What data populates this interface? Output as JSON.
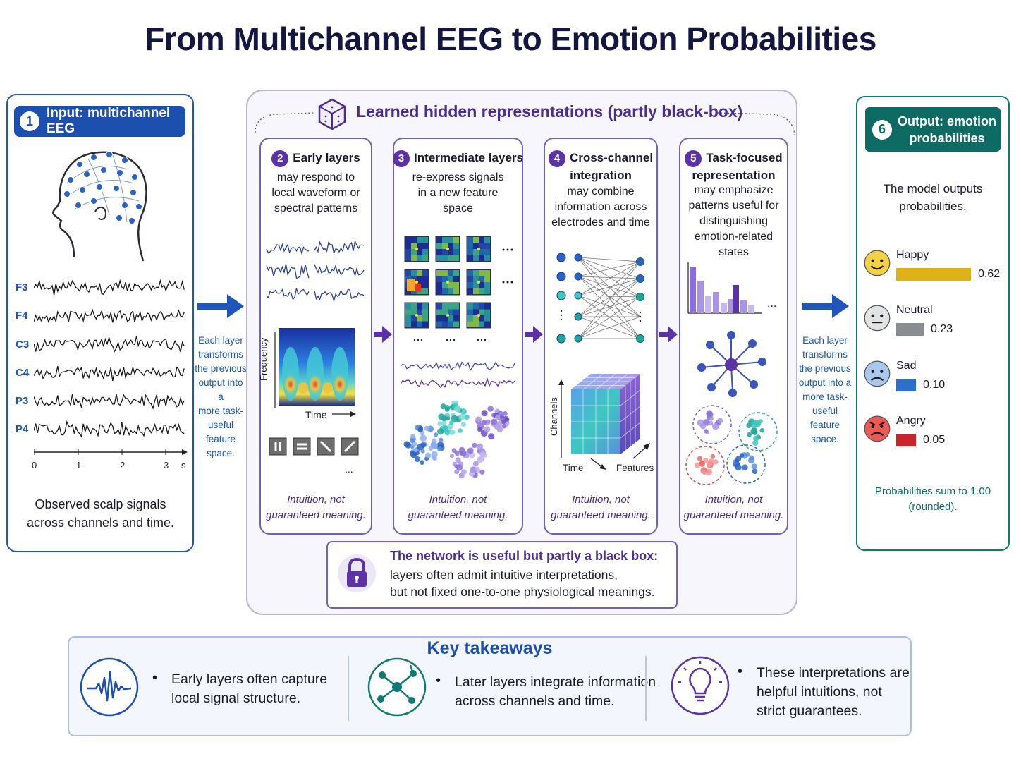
{
  "title": "From Multichannel EEG to Emotion Probabilities",
  "input": {
    "number": "1",
    "label": "Input: multichannel EEG",
    "channels": [
      "F3",
      "F4",
      "C3",
      "C4",
      "P3",
      "P4"
    ],
    "time_ticks": [
      "0",
      "1",
      "2",
      "3",
      "s"
    ],
    "caption_line1": "Observed scalp signals",
    "caption_line2": "across channels and time."
  },
  "flow_note": {
    "lines": [
      "Each layer",
      "transforms",
      "the previous",
      "output into a",
      "more task-",
      "useful feature",
      "space."
    ]
  },
  "hidden": {
    "title": "Learned hidden representations (partly black-box)",
    "columns": [
      {
        "number": "2",
        "head": [
          "Early layers"
        ],
        "body": [
          "may respond to",
          "local waveform or",
          "spectral patterns"
        ],
        "note": [
          "Intuition, not",
          "guaranteed meaning."
        ]
      },
      {
        "number": "3",
        "head": [
          "Intermediate layers"
        ],
        "body": [
          "re-express signals",
          "in a new feature",
          "space"
        ],
        "note": [
          "Intuition, not",
          "guaranteed meaning."
        ]
      },
      {
        "number": "4",
        "head": [
          "Cross-channel",
          "integration"
        ],
        "body": [
          "may combine",
          "information across",
          "electrodes and time"
        ],
        "note": [
          "Intuition, not",
          "guaranteed meaning."
        ]
      },
      {
        "number": "5",
        "head": [
          "Task-focused",
          "representation"
        ],
        "body": [
          "may emphasize",
          "patterns useful for",
          "distinguishing",
          "emotion-related",
          "states"
        ],
        "note": [
          "Intuition, not",
          "guaranteed meaning."
        ]
      }
    ],
    "spectrogram": {
      "ylabel": "Frequency",
      "xlabel": "Time"
    },
    "cube": {
      "ylabel": "Channels",
      "xlabel": "Time",
      "zlabel": "Features"
    },
    "ellipsis": "..."
  },
  "blackbox": {
    "head": "The network is useful but partly a black box:",
    "line1": "layers often admit intuitive interpretations,",
    "line2": "but not fixed one-to-one physiological meanings."
  },
  "output": {
    "number": "6",
    "label_line1": "Output: emotion",
    "label_line2": "probabilities",
    "intro_line1": "The model outputs",
    "intro_line2": "probabilities.",
    "emotions": [
      {
        "name": "Happy",
        "value": 0.62,
        "label": "0.62",
        "color": "#e0b21a",
        "face": "#f4d247"
      },
      {
        "name": "Neutral",
        "value": 0.23,
        "label": "0.23",
        "color": "#8a8d90",
        "face": "#e1e3e5"
      },
      {
        "name": "Sad",
        "value": 0.1,
        "label": "0.10",
        "color": "#2d6fcc",
        "face": "#a9c8ee"
      },
      {
        "name": "Angry",
        "value": 0.05,
        "label": "0.05",
        "color": "#c8242a",
        "face": "#ec5a54"
      }
    ],
    "note_line1": "Probabilities sum to 1.00",
    "note_line2": "(rounded)."
  },
  "takeaways": {
    "title": "Key takeaways",
    "items": [
      {
        "icon": "waveform-icon",
        "line1": "Early layers often capture",
        "line2": "local signal structure."
      },
      {
        "icon": "network-icon",
        "line1": "Later layers integrate information",
        "line2": "across channels and time."
      },
      {
        "icon": "lightbulb-icon",
        "line1": "These interpretations are",
        "line2": "helpful intuitions, not",
        "line3": "strict guarantees."
      }
    ]
  },
  "colors": {
    "blue": "#1c4fae",
    "purple": "#5b33a6",
    "teal": "#0e6b64"
  }
}
